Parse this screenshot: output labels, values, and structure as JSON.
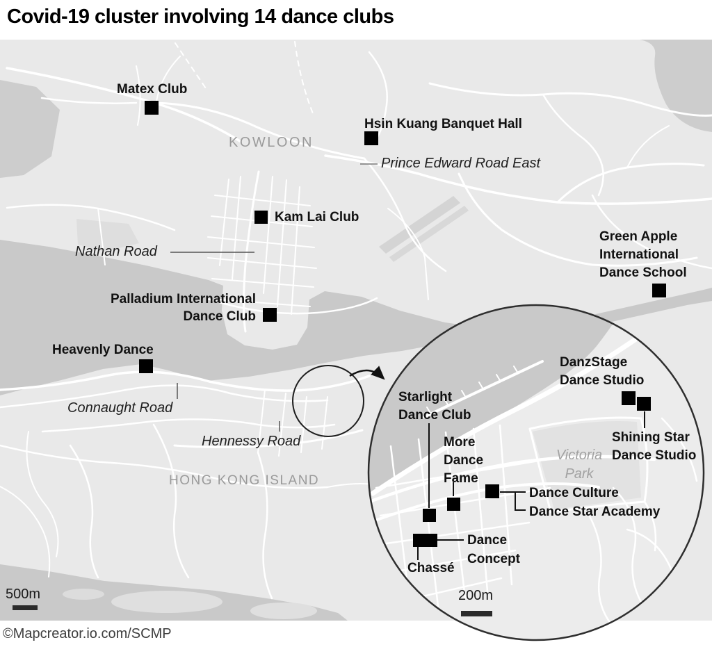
{
  "title": "Covid-19 cluster involving 14 dance clubs",
  "attribution": "©Mapcreator.io.com/SCMP",
  "colors": {
    "land": "#e9e9e9",
    "inset_land": "#ececec",
    "water": "#c9c9c9",
    "road": "#ffffff",
    "marker": "#000000",
    "region_label": "#9a9a9a",
    "scale_bar": "#2b2b2b"
  },
  "region_labels": {
    "kowloon": "KOWLOON",
    "hk_island": "HONG KONG ISLAND",
    "victoria_park_line1": "Victoria",
    "victoria_park_line2": "Park"
  },
  "road_labels": {
    "prince_edward": "Prince Edward Road East",
    "nathan": "Nathan Road",
    "connaught": "Connaught Road",
    "hennessy": "Hennessy Road"
  },
  "scales": {
    "main": "500m",
    "inset": "200m"
  },
  "main_venues": {
    "matex": "Matex Club",
    "hsin_kuang": "Hsin Kuang Banquet Hall",
    "kam_lai": "Kam Lai Club",
    "palladium_line1": "Palladium International",
    "palladium_line2": "Dance Club",
    "green_apple_line1": "Green Apple",
    "green_apple_line2": "International",
    "green_apple_line3": "Dance School",
    "heavenly": "Heavenly Dance"
  },
  "inset_venues": {
    "starlight_line1": "Starlight",
    "starlight_line2": "Dance Club",
    "more_line1": "More",
    "more_line2": "Dance",
    "more_line3": "Fame",
    "danzstage_line1": "DanzStage",
    "danzstage_line2": "Dance Studio",
    "shining_line1": "Shining Star",
    "shining_line2": "Dance Studio",
    "dance_culture": "Dance Culture",
    "dance_star_academy": "Dance Star Academy",
    "dance_concept_line1": "Dance",
    "dance_concept_line2": "Concept",
    "chasse": "Chassé"
  }
}
